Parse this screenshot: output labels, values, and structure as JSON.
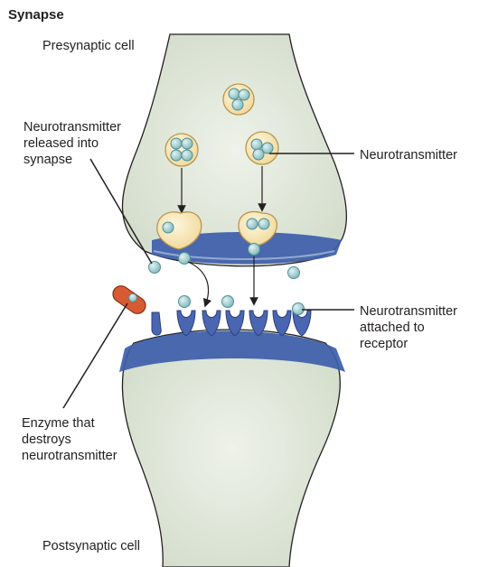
{
  "figure": {
    "title": "Synapse",
    "labels": {
      "presynaptic_cell": "Presynaptic cell",
      "postsynaptic_cell": "Postsynaptic cell",
      "released": "Neurotransmitter\nreleased into\nsynapse",
      "neurotransmitter": "Neurotransmitter",
      "attached": "Neurotransmitter\nattached to\nreceptor",
      "enzyme": "Enzyme that\ndestroys\nneurotransmitter"
    },
    "colors": {
      "cell_fill": "#dde6d7",
      "membrane_blue": "#3d5daa",
      "vesicle_fill": "#f7e7b3",
      "vesicle_stroke": "#b9964e",
      "neurotransmitter": "#9ecdd0",
      "enzyme": "#d75a32"
    }
  }
}
